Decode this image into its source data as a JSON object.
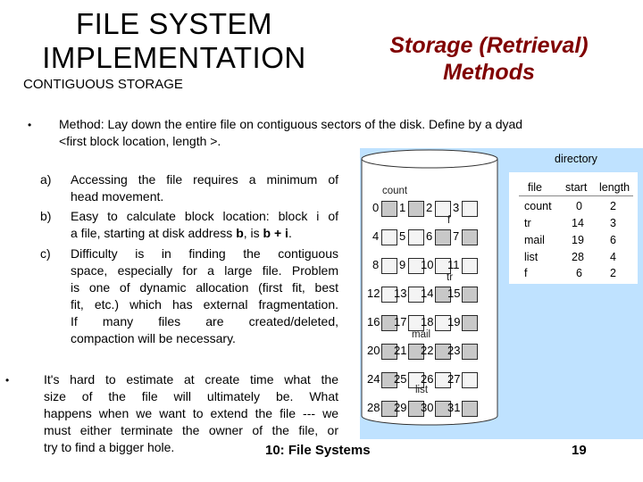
{
  "title": {
    "line1": "FILE SYSTEM",
    "line2": "IMPLEMENTATION"
  },
  "subtitle": "CONTIGUOUS STORAGE",
  "right_title": {
    "line1": "Storage (Retrieval)",
    "line2": "Methods"
  },
  "bullet_char": "•",
  "method": {
    "line1": "Method:  Lay down the entire file on contiguous sectors of the disk. Define by a dyad",
    "line2": "<first block location, length >."
  },
  "items": [
    {
      "marker": "a)",
      "lines": [
        "Accessing the file requires a minimum of",
        "head movement."
      ]
    },
    {
      "marker": "b)",
      "lines": [
        "Easy to calculate block location: block i of"
      ],
      "last_prefix": "a file, starting at disk address ",
      "b": "b",
      "comma": ", is ",
      "expr": "b + i",
      "dot": "."
    },
    {
      "marker": "c)",
      "lines": [
        "Difficulty is in finding the contiguous",
        "space, especially for a large file. Problem",
        "is one of dynamic allocation (first fit, best",
        "fit, etc.) which has external fragmentation.",
        "If many files are created/deleted,",
        "compaction will be necessary."
      ]
    }
  ],
  "bottom_bullet": {
    "lines": [
      "It's hard to estimate at create time what the",
      "size of the file will ultimately be.    What",
      "happens when we want to extend the file --- we",
      "must either terminate the owner of the file, or"
    ],
    "last": "try to find a bigger hole."
  },
  "footer": {
    "center": "10: File Systems",
    "page": "19"
  },
  "diagram": {
    "directory_label": "directory",
    "headers": [
      "file",
      "start",
      "length"
    ],
    "rows": [
      [
        "count",
        "0",
        "2"
      ],
      [
        "tr",
        "14",
        "3"
      ],
      [
        "mail",
        "19",
        "6"
      ],
      [
        "list",
        "28",
        "4"
      ],
      [
        "f",
        "6",
        "2"
      ]
    ],
    "labels": {
      "count": "count",
      "f": "f",
      "tr": "tr",
      "mail": "mail",
      "list": "list"
    },
    "blocks": [
      "0",
      "1",
      "2",
      "3",
      "4",
      "5",
      "6",
      "7",
      "8",
      "9",
      "10",
      "11",
      "12",
      "13",
      "14",
      "15",
      "16",
      "17",
      "18",
      "19",
      "20",
      "21",
      "22",
      "23",
      "24",
      "25",
      "26",
      "27",
      "28",
      "29",
      "30",
      "31"
    ],
    "colors": {
      "disk_bg": "#bfe2ff",
      "title_red": "#800000"
    }
  }
}
